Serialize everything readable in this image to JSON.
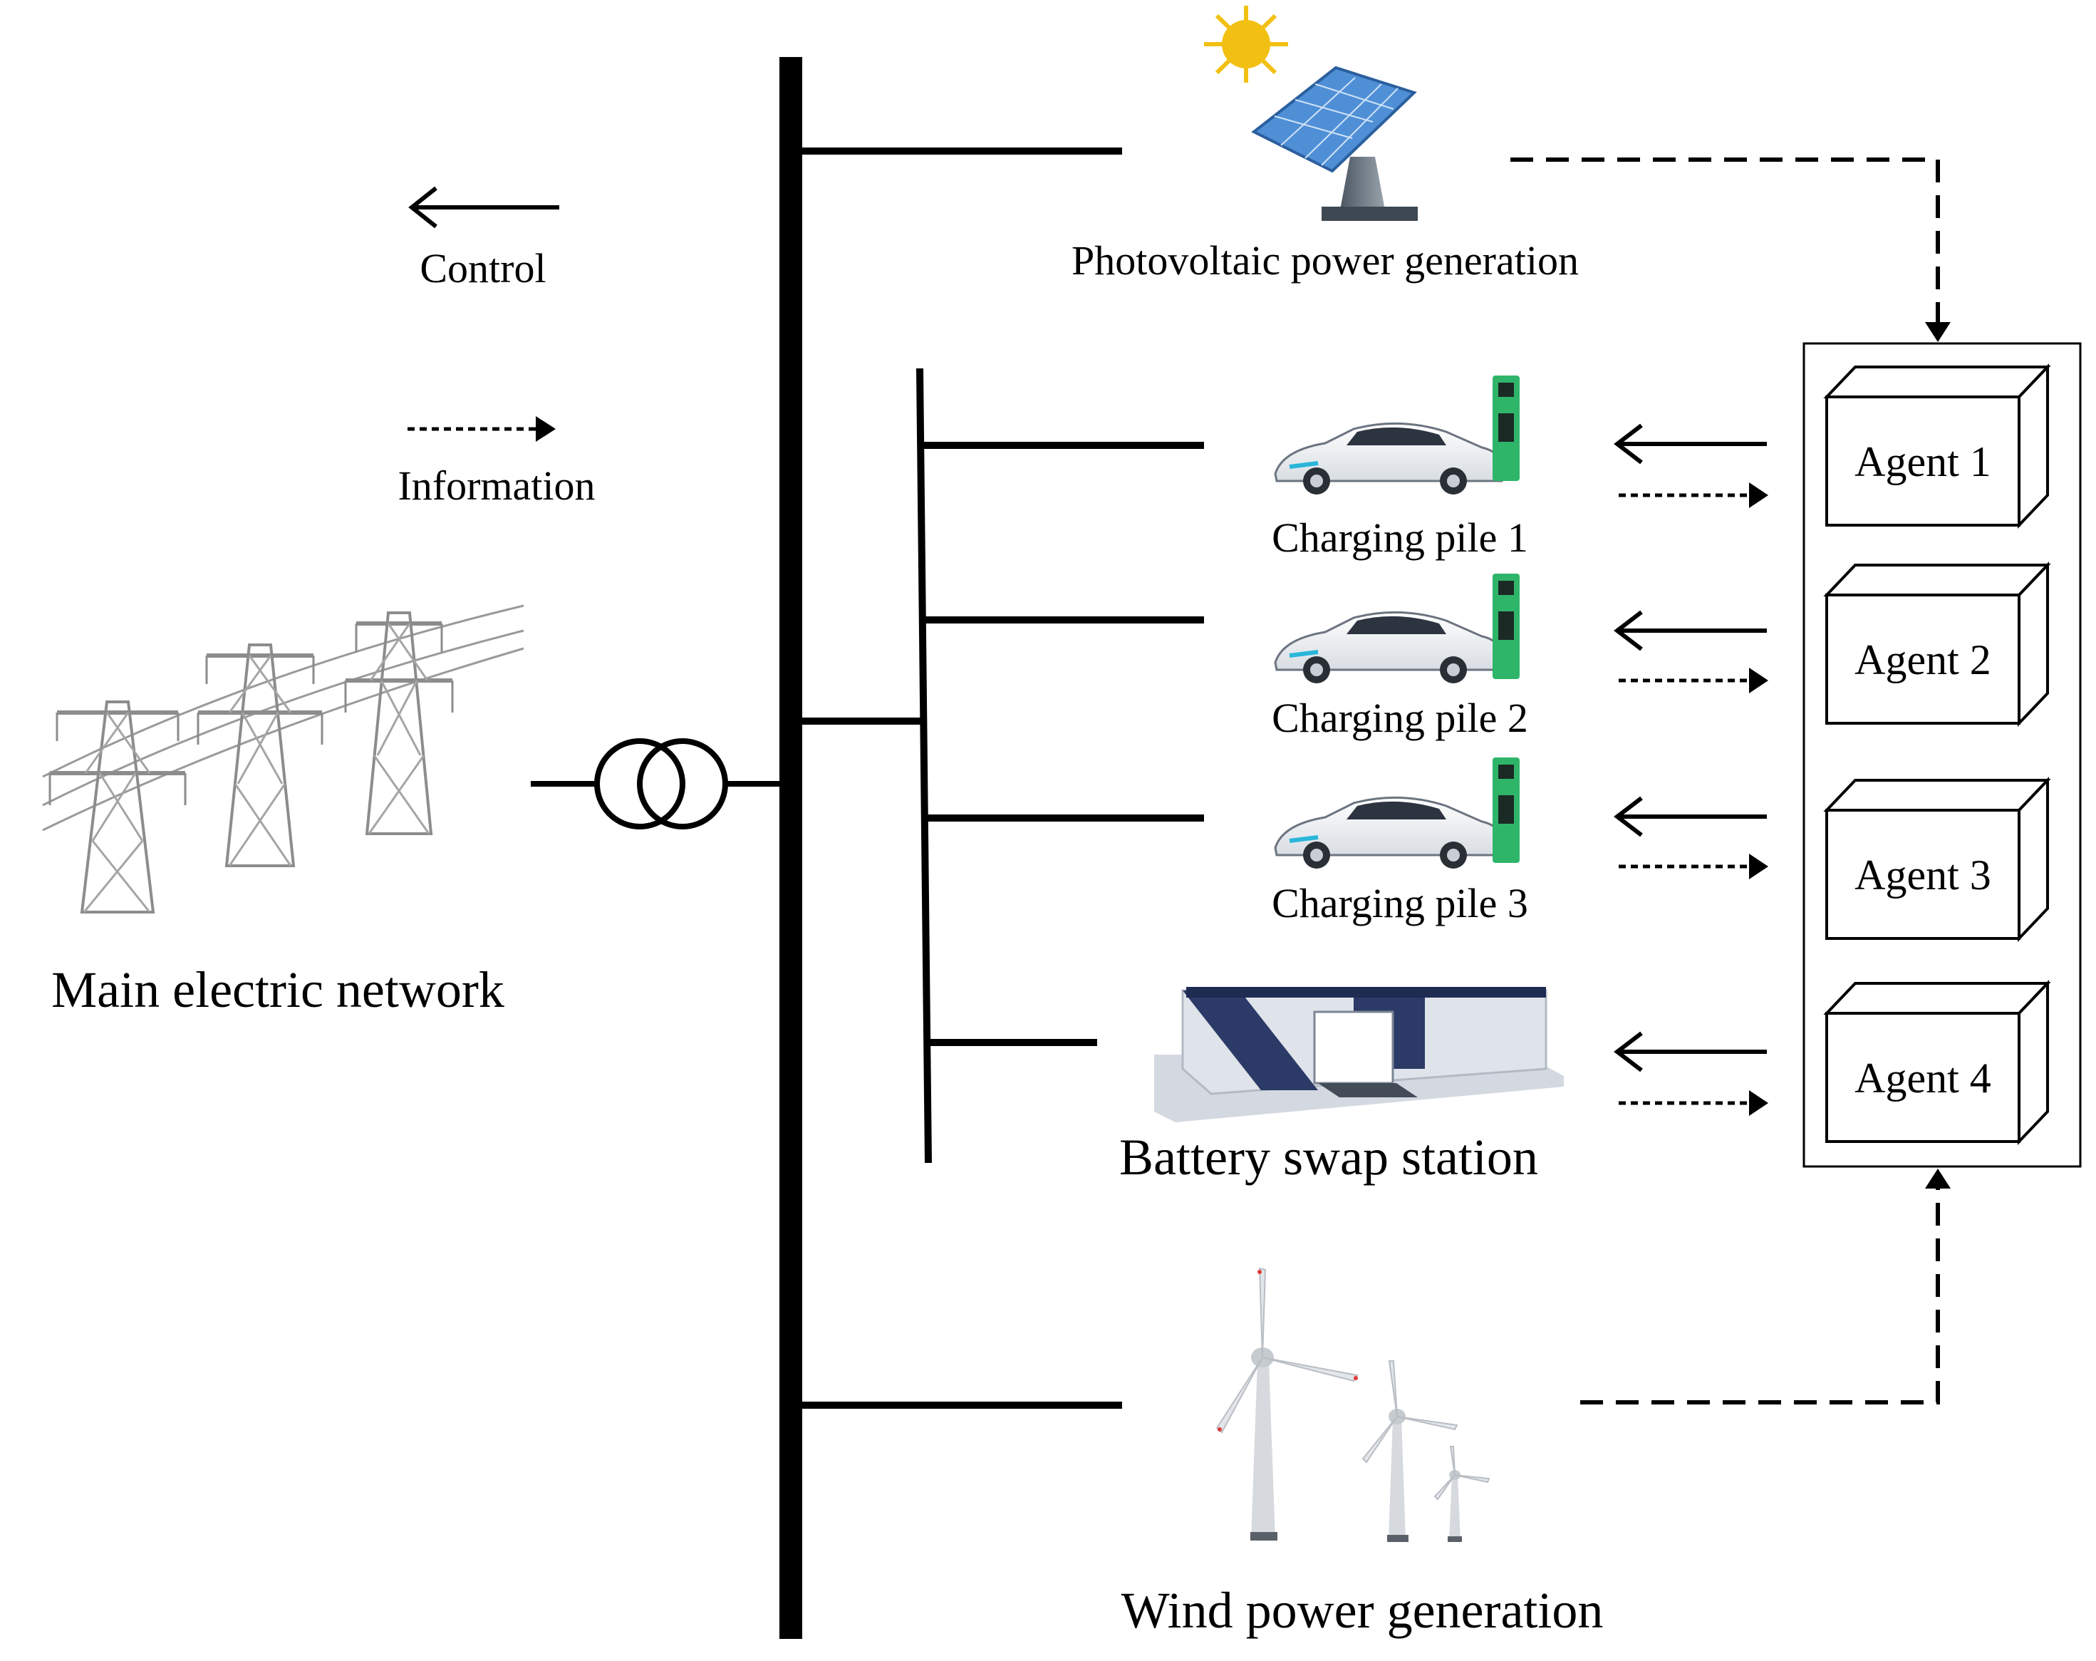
{
  "legend": {
    "control_label": "Control",
    "information_label": "Information"
  },
  "grid": {
    "main_network_label": "Main electric network"
  },
  "sources": {
    "pv_label": "Photovoltaic power generation",
    "wind_label": "Wind power generation"
  },
  "loads": {
    "charging_piles": [
      {
        "label": "Charging pile 1"
      },
      {
        "label": "Charging pile 2"
      },
      {
        "label": "Charging pile 3"
      }
    ],
    "swap_station_label": "Battery swap station"
  },
  "agents": [
    {
      "label": "Agent 1"
    },
    {
      "label": "Agent 2"
    },
    {
      "label": "Agent 3"
    },
    {
      "label": "Agent 4"
    }
  ],
  "colors": {
    "line": "#000000",
    "solar_panel": "#4f8fd6",
    "sun": "#f2c012",
    "charger_green": "#2fb56a",
    "car_body": "#f2f4f7",
    "station_blue": "#2b3a66",
    "station_grey": "#dfe3ea",
    "tower_grey": "#8a8a8a",
    "turbine_grey": "#dcdfe3"
  },
  "icons": [
    "sun-icon",
    "solar-panel-icon",
    "transmission-tower-icon",
    "transformer-icon",
    "ev-car-icon",
    "charger-icon",
    "battery-swap-station-icon",
    "wind-turbine-icon"
  ]
}
